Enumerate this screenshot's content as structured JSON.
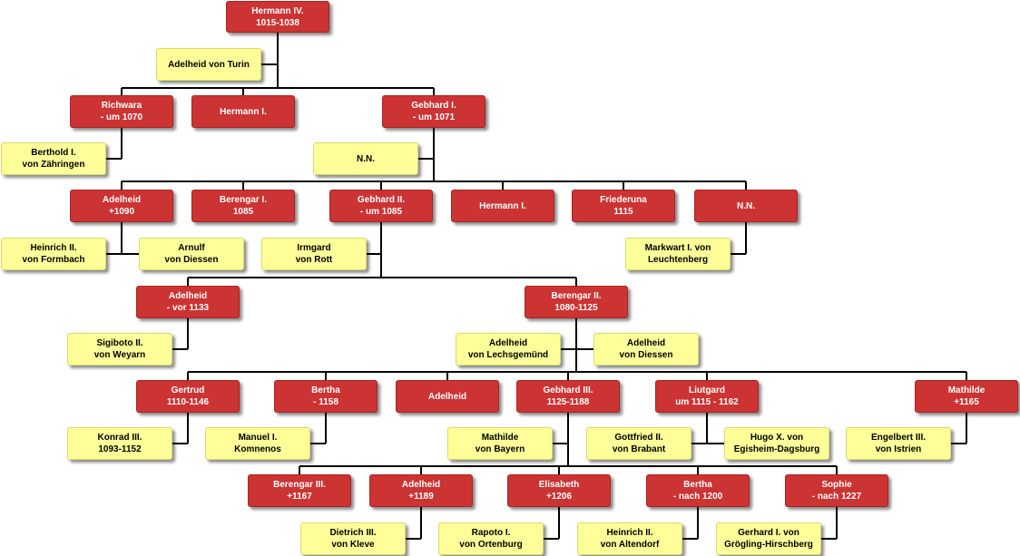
{
  "colors": {
    "person_fill": "#cc3333",
    "spouse_fill": "#ffff99",
    "line": "#000000"
  },
  "persons": {
    "hermann_iv": [
      "Hermann IV.",
      "1015-1038"
    ],
    "richwara": [
      "Richwara",
      "- um 1070"
    ],
    "hermann_i_a": [
      "Hermann I.",
      ""
    ],
    "gebhard_i": [
      "Gebhard I.",
      "- um 1071"
    ],
    "adelheid_1090": [
      "Adelheid",
      "+1090"
    ],
    "berengar_i": [
      "Berengar I.",
      "1085"
    ],
    "gebhard_ii": [
      "Gebhard II.",
      "- um 1085"
    ],
    "hermann_i_b": [
      "Hermann I.",
      ""
    ],
    "friederuna": [
      "Friederuna",
      "1115"
    ],
    "nn_red": [
      "N.N.",
      ""
    ],
    "adelheid_1133": [
      "Adelheid",
      "- vor 1133"
    ],
    "berengar_ii": [
      "Berengar II.",
      "1080-1125"
    ],
    "gertrud": [
      "Gertrud",
      "1110-1146"
    ],
    "bertha_1158": [
      "Bertha",
      "- 1158"
    ],
    "adelheid_plain": [
      "Adelheid",
      ""
    ],
    "gebhard_iii": [
      "Gebhard III.",
      "1125-1188"
    ],
    "liutgard": [
      "Liutgard",
      "um 1115 - 1162"
    ],
    "mathilde_1165": [
      "Mathilde",
      "+1165"
    ],
    "berengar_iii": [
      "Berengar III.",
      "+1167"
    ],
    "adelheid_1189": [
      "Adelheid",
      "+1189"
    ],
    "elisabeth": [
      "Elisabeth",
      "+1206"
    ],
    "bertha_1200": [
      "Bertha",
      "- nach 1200"
    ],
    "sophie": [
      "Sophie",
      "- nach 1227"
    ]
  },
  "spouses": {
    "adelheid_turin": [
      "Adelheid von Turin",
      ""
    ],
    "berthold": [
      "Berthold I.",
      "von Zähringen"
    ],
    "nn_yellow": [
      "N.N.",
      ""
    ],
    "heinrich_formbach": [
      "Heinrich II.",
      "von Formbach"
    ],
    "arnulf": [
      "Arnulf",
      "von Diessen"
    ],
    "irmgard": [
      "Irmgard",
      "von Rott"
    ],
    "markwart": [
      "Markwart I. von",
      "Leuchtenberg"
    ],
    "sigiboto": [
      "Sigiboto II.",
      "von Weyarn"
    ],
    "adelheid_lechsgemuend": [
      "Adelheid",
      "von Lechsgemünd"
    ],
    "adelheid_diessen": [
      "Adelheid",
      "von Diessen"
    ],
    "konrad": [
      "Konrad III.",
      "1093-1152"
    ],
    "manuel": [
      "Manuel I.",
      "Komnenos"
    ],
    "mathilde_bayern": [
      "Mathilde",
      "von Bayern"
    ],
    "gottfried": [
      "Gottfried II.",
      "von Brabant"
    ],
    "hugo": [
      "Hugo X. von",
      "Egisheim-Dagsburg"
    ],
    "engelbert": [
      "Engelbert III.",
      "von Istrien"
    ],
    "dietrich": [
      "Dietrich III.",
      "von Kleve"
    ],
    "rapoto": [
      "Rapoto I.",
      "von Ortenburg"
    ],
    "heinrich_altendorf": [
      "Heinrich II.",
      "von Altendorf"
    ],
    "gerhard": [
      "Gerhard I. von",
      "Grögling-Hirschberg"
    ]
  }
}
